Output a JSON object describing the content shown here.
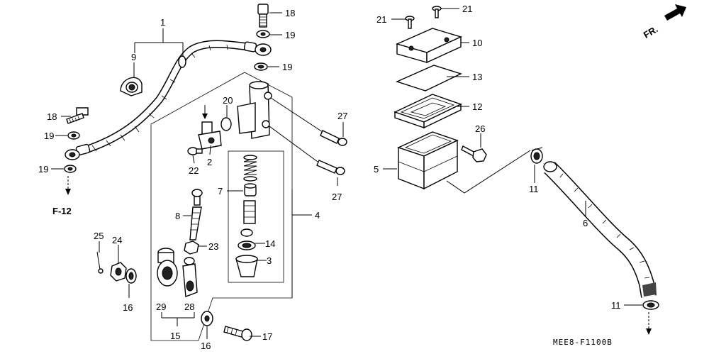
{
  "diagram": {
    "code": "MEE8-F1100B",
    "direction_label": "FR.",
    "reference_label": "F-12",
    "callouts": {
      "c1": "1",
      "c2": "2",
      "c3": "3",
      "c4": "4",
      "c5": "5",
      "c6": "6",
      "c7": "7",
      "c8": "8",
      "c9": "9",
      "c10": "10",
      "c11a": "11",
      "c11b": "11",
      "c12": "12",
      "c13": "13",
      "c14": "14",
      "c15": "15",
      "c16a": "16",
      "c16b": "16",
      "c17": "17",
      "c18a": "18",
      "c18b": "18",
      "c19a": "19",
      "c19b": "19",
      "c19c": "19",
      "c19d": "19",
      "c20": "20",
      "c21a": "21",
      "c21b": "21",
      "c22": "22",
      "c23": "23",
      "c24": "24",
      "c25": "25",
      "c26": "26",
      "c27a": "27",
      "c27b": "27",
      "c28": "28",
      "c29": "29"
    }
  }
}
